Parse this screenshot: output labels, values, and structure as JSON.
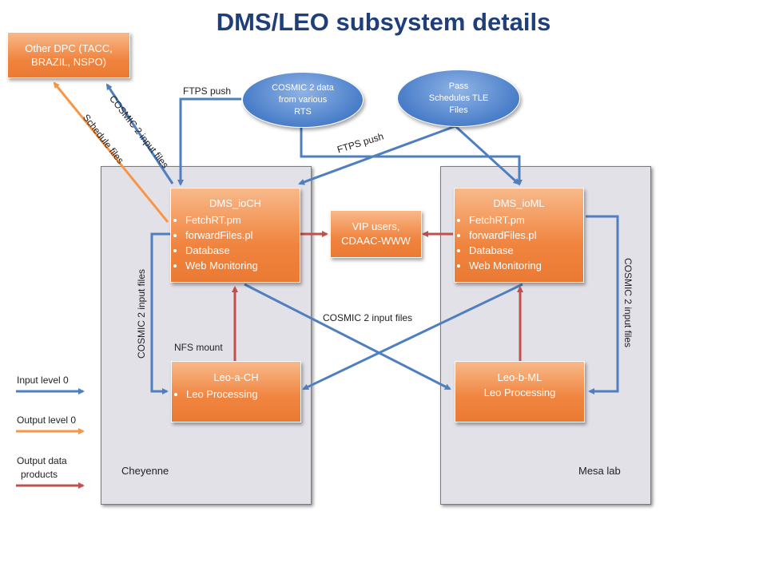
{
  "title": "DMS/LEO subsystem details",
  "regions": {
    "cheyenne": "Cheyenne",
    "mesa_lab": "Mesa lab"
  },
  "nodes": {
    "other_dpc": "Other DPC (TACC, BRAZIL, NSPO)",
    "cosmic_rts": "COSMIC 2 data from various RTS",
    "pass_schedules": "Pass Schedules TLE Files",
    "vip_users": "VIP users, CDAAC-WWW",
    "dms_ioch": {
      "title": "DMS_ioCH",
      "items": [
        "FetchRT.pm",
        "forwardFiles.pl",
        "Database",
        "Web Monitoring"
      ]
    },
    "dms_ioml": {
      "title": "DMS_ioML",
      "items": [
        "FetchRT.pm",
        "forwardFiles.pl",
        "Database",
        "Web Monitoring"
      ]
    },
    "leo_a_ch": {
      "title": "Leo-a-CH",
      "items": [
        "Leo Processing"
      ]
    },
    "leo_b_ml": {
      "title": "Leo-b-ML",
      "subtitle": "Leo Processing"
    }
  },
  "labels": {
    "ftps_push_left": "FTPS push",
    "ftps_push_right": "FTPS push",
    "cosmic_input_diag": "COSMIC 2 input files",
    "schedule_files": "Schedule files",
    "cosmic_input_left": "COSMIC 2 input files",
    "cosmic_input_right": "COSMIC 2 input files",
    "cosmic_input_cross": "COSMIC 2 input files",
    "nfs_mount": "NFS mount"
  },
  "legend": {
    "input": "Input level 0",
    "output": "Output level 0",
    "products_line1": "Output data",
    "products_line2": "products"
  },
  "colors": {
    "input": "#4f7fbf",
    "output_level0": "#f79646",
    "output_products": "#c0504d"
  }
}
